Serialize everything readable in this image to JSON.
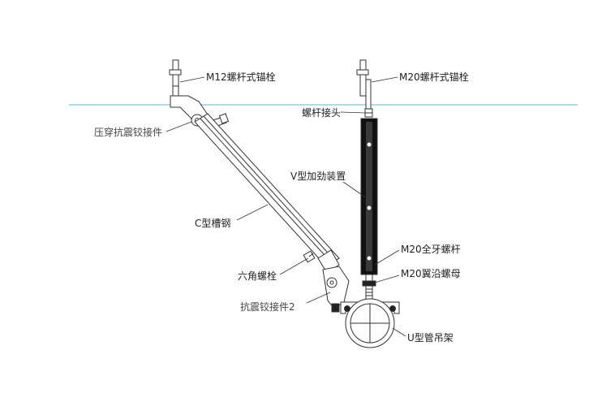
{
  "labels": {
    "m12_anchor": "M12螺杆式锚栓",
    "m20_anchor": "M20螺杆式锚栓",
    "hinge_1": "压穿抗震铰接件",
    "rod_connector": "螺杆接头",
    "v_stiffener": "V型加劲装置",
    "c_channel": "C型槽钢",
    "m20_threaded_rod": "M20全牙螺杆",
    "m20_flange_nut": "M20翼沿螺母",
    "hex_bolt": "六角螺栓",
    "hinge_2": "抗震铰接件2",
    "u_hanger": "U型管吊架"
  },
  "colors": {
    "ceiling_line": "#8fd0e8",
    "outline": "#333333",
    "dark_fill": "#111111",
    "label": "#222222"
  }
}
